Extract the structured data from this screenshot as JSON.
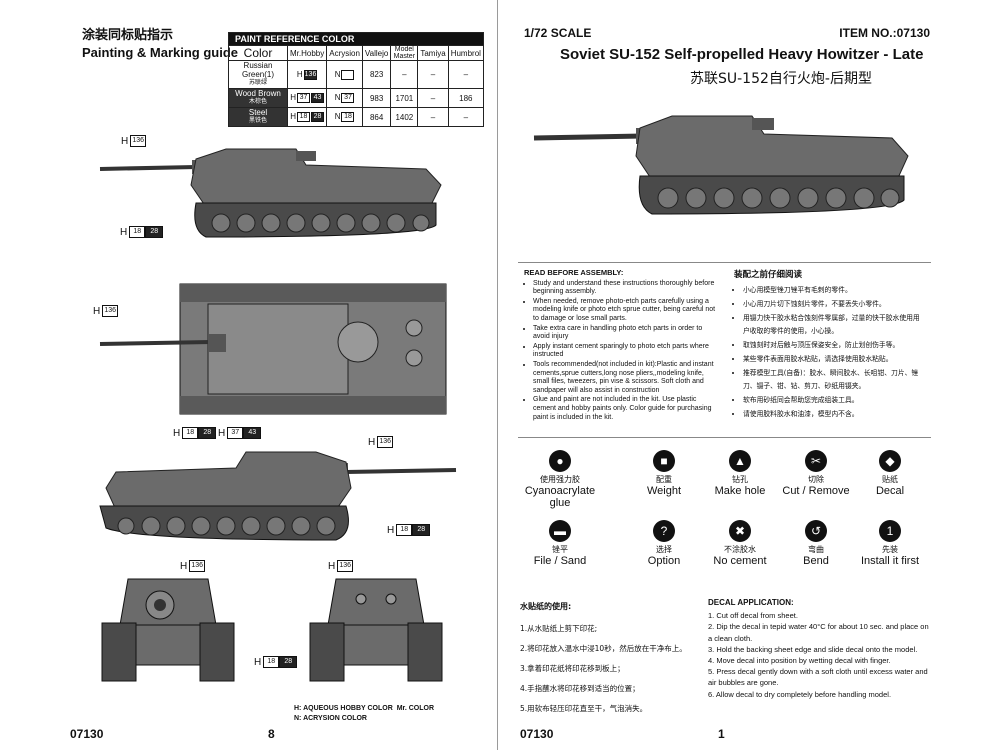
{
  "left_page": {
    "guide_cn": "涂装同标贴指示",
    "guide_en": "Painting & Marking guide",
    "paint_table": {
      "title": "PAINT  REFERENCE COLOR",
      "headers": [
        "Color",
        "Mr.Hobby",
        "Acrysion",
        "Vallejo",
        "Model Master",
        "Tamiya",
        "Humbrol"
      ],
      "rows": [
        {
          "name": "Russian Green(1)",
          "name_cn": "苏联绿",
          "h": "136",
          "n": "",
          "vallejo": "823",
          "model_master": "–",
          "tamiya": "–",
          "humbrol": "–",
          "dark": false
        },
        {
          "name": "Wood Brown",
          "name_cn": "木棕色",
          "h": "37",
          "h2": "43",
          "n": "37",
          "vallejo": "983",
          "model_master": "1701",
          "tamiya": "–",
          "humbrol": "186",
          "dark": true
        },
        {
          "name": "Steel",
          "name_cn": "黑铁色",
          "h": "18",
          "h2": "28",
          "n": "18",
          "vallejo": "864",
          "model_master": "1402",
          "tamiya": "–",
          "humbrol": "–",
          "dark": true
        }
      ]
    },
    "callouts": {
      "c1_label": "H",
      "c1_code": "136",
      "c2_label": "H",
      "c2_code_a": "18",
      "c2_code_b": "28",
      "c3_label": "H",
      "c3_code": "136",
      "c4_label": "H",
      "c4_code_a": "18",
      "c4_code_b": "28",
      "c5_label": "H",
      "c5_code_a": "37",
      "c5_code_b": "43",
      "c6_label": "H",
      "c6_code": "136",
      "c7_label": "H",
      "c7_code_a": "18",
      "c7_code_b": "28",
      "c8_label": "H",
      "c8_code": "136",
      "c9_label": "H",
      "c9_code": "136",
      "c10_label": "H",
      "c10_code_a": "18",
      "c10_code_b": "28"
    },
    "legend_line1": "H: AQUEOUS HOBBY COLOR",
    "legend_line1b": "Mr. COLOR",
    "legend_line2": "N: ACRYSION COLOR",
    "footer_item": "07130",
    "footer_page": "8"
  },
  "right_page": {
    "scale": "1/72  SCALE",
    "item_no": "ITEM NO.:07130",
    "title_en": "Soviet SU-152 Self-propelled Heavy Howitzer - Late",
    "title_cn": "苏联SU-152自行火炮-后期型",
    "read_before_title": "READ BEFORE ASSEMBLY:",
    "read_before_items": [
      "Study and understand these instructions thoroughly before beginning assembly.",
      "When needed, remove photo-etch parts carefully using a modeling knife or photo etch sprue cutter, being careful not to damage or lose small parts.",
      "Take extra care in handling photo etch parts in order to avoid injury",
      "Apply instant cement sparingly to photo etch parts where instructed",
      "Tools recommended(not included in kit):Plastic and instant cements,sprue cutters,long nose pliers,,modeling knife, small files, tweezers, pin vise & scissors. Soft cloth and sandpaper will also assist in construction",
      "Glue and paint are not included in the kit. Use plastic cement and hobby paints only. Color guide for purchasing paint is included in the kit."
    ],
    "read_before_cn_title": "装配之前仔细阅读",
    "read_before_cn_items": [
      "小心用模型锉刀锉平有毛刺的零件。",
      "小心用刀片切下蚀刻片零件，不要丢失小零件。",
      "用镊力快干胶水粘合蚀刻件零属部，过量的快干胶水使用用户收取的零件的使用，小心操。",
      "取蚀刻时对后触与顶压保姿安全，防止划创伤手等。",
      "某些零件表面用胶水粘贴，请选择使用胶水粘贴。",
      "推荐模型工具(自备)：胶水、瞬间胶水、长咀钳、刀片、锉刀、镊子、钳、钻、剪刀、砂纸用镊夹。",
      "软布用砂纸同会帮助您完成组装工具。",
      "请使用胶料胶水和油漆，模型内不含。"
    ],
    "icons": [
      {
        "cn": "使用强力胶",
        "en": "Cyanoacrylate glue",
        "glyph": "drop-icon"
      },
      {
        "cn": "配重",
        "en": "Weight",
        "glyph": "weight-icon"
      },
      {
        "cn": "钻孔",
        "en": "Make hole",
        "glyph": "drill-icon"
      },
      {
        "cn": "切除",
        "en": "Cut / Remove",
        "glyph": "knife-icon"
      },
      {
        "cn": "贴纸",
        "en": "Decal",
        "glyph": "decal-icon"
      },
      {
        "cn": "锉平",
        "en": "File / Sand",
        "glyph": "file-icon"
      },
      {
        "cn": "选择",
        "en": "Option",
        "glyph": "question-icon"
      },
      {
        "cn": "不涂胶水",
        "en": "No cement",
        "glyph": "no-cement-icon"
      },
      {
        "cn": "弯曲",
        "en": "Bend",
        "glyph": "bend-icon"
      },
      {
        "cn": "先装",
        "en": "Install it first",
        "glyph": "first-icon"
      }
    ],
    "decal_cn_title": "水贴纸的使用:",
    "decal_cn_items": [
      "1.从水贴纸上剪下印花;",
      "2.将印花放入温水中浸10秒，然后放在干净布上。",
      "3.拿着印花纸将印花移到板上；",
      "4.手指蘸水将印花移到适当的位置；",
      "5.用软布轻压印花直至干，气泡消失。"
    ],
    "decal_en_title": "DECAL APPLICATION:",
    "decal_en_items": [
      "1. Cut off decal from sheet.",
      "2. Dip the decal in tepid water 40°C for about 10 sec. and place on a clean cloth.",
      "3. Hold the backing sheet edge and slide decal onto the model.",
      "4. Move decal into position by wetting decal with finger.",
      "5. Press decal gently down with a soft cloth until excess water and air bubbles are gone.",
      "6. Allow decal to dry completely before handling model."
    ],
    "footer_item": "07130",
    "footer_page": "1"
  }
}
